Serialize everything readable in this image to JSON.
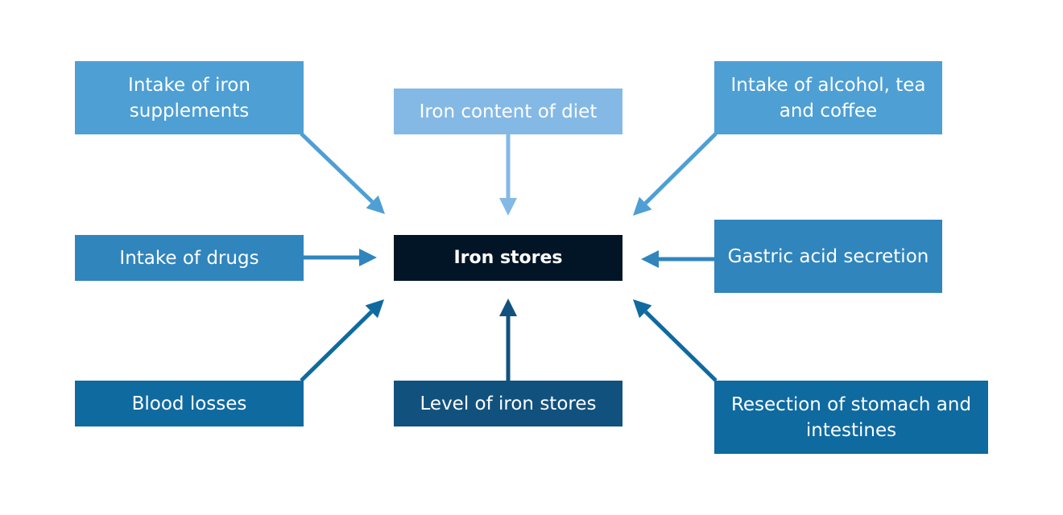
{
  "diagram": {
    "center": {
      "label": "Iron stores",
      "color": "#021526"
    },
    "factors": [
      {
        "id": "supp",
        "label": "Intake of iron supplements",
        "color": "#4e9fd4"
      },
      {
        "id": "diet",
        "label": "Iron content of diet",
        "color": "#84b9e6"
      },
      {
        "id": "alc",
        "label": "Intake of alcohol, tea and coffee",
        "color": "#4e9fd4"
      },
      {
        "id": "drugs",
        "label": "Intake of drugs",
        "color": "#3085bd"
      },
      {
        "id": "gastric",
        "label": "Gastric acid secretion",
        "color": "#3085bd"
      },
      {
        "id": "blood",
        "label": "Blood losses",
        "color": "#0f6aa0"
      },
      {
        "id": "level",
        "label": "Level of iron stores",
        "color": "#11517e"
      },
      {
        "id": "resect",
        "label": "Resection of stomach and intestines",
        "color": "#0f6aa0"
      }
    ],
    "edges": [
      {
        "from": "supp",
        "to": "center"
      },
      {
        "from": "diet",
        "to": "center"
      },
      {
        "from": "alc",
        "to": "center"
      },
      {
        "from": "drugs",
        "to": "center"
      },
      {
        "from": "gastric",
        "to": "center"
      },
      {
        "from": "blood",
        "to": "center"
      },
      {
        "from": "level",
        "to": "center"
      },
      {
        "from": "resect",
        "to": "center"
      }
    ]
  }
}
